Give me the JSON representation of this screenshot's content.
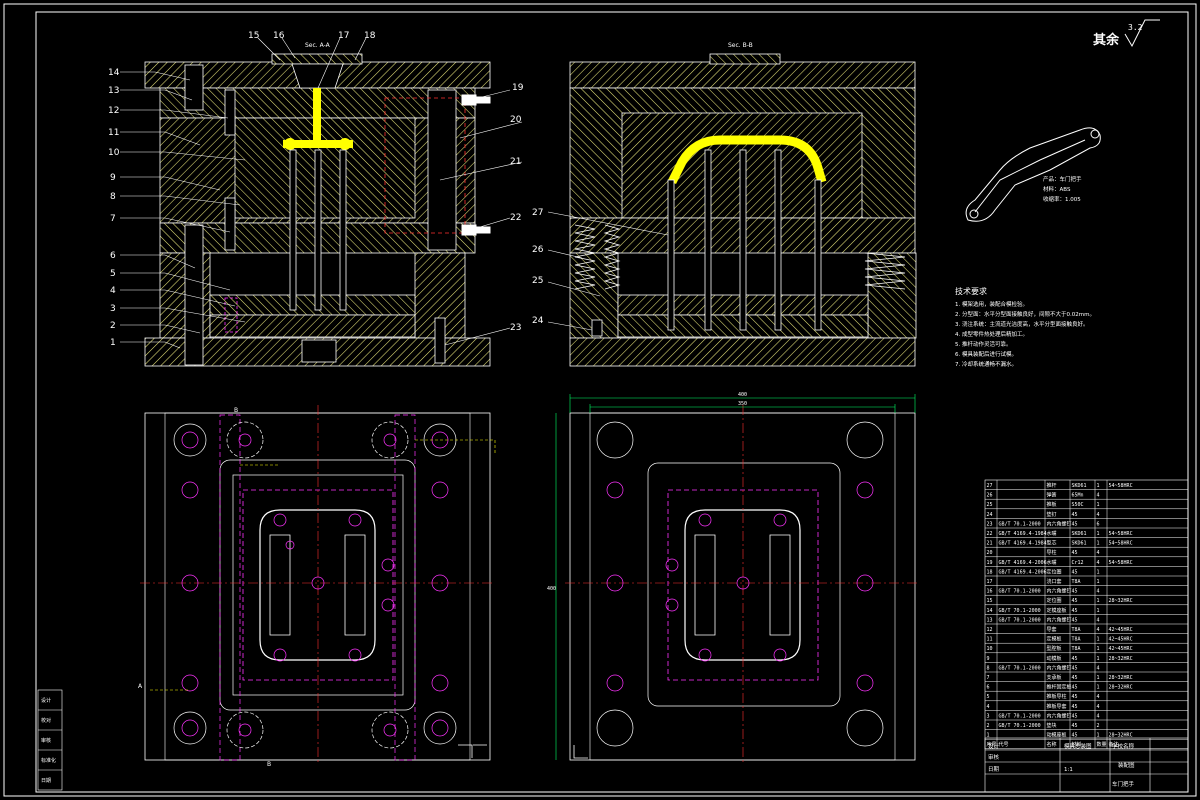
{
  "colors": {
    "background": "#000000",
    "hatch": "#e6e37a",
    "line": "#ffffff",
    "dashed": "#ff33ff",
    "center": "#ff3030",
    "highlight": "#ffff00",
    "dim": "#00ff66"
  },
  "sections": {
    "a": "Sec. A-A",
    "b": "Sec. B-B"
  },
  "part_numbers": [
    "1",
    "2",
    "3",
    "4",
    "5",
    "6",
    "7",
    "8",
    "9",
    "10",
    "11",
    "12",
    "13",
    "14",
    "15",
    "16",
    "17",
    "18",
    "19",
    "20",
    "21",
    "22",
    "23",
    "24",
    "25",
    "26",
    "27"
  ],
  "roughness": {
    "label": "其余",
    "value": "3.2"
  },
  "dimensions": {
    "width_outer": "400",
    "width_inner": "350",
    "height": "400"
  },
  "view_markers": {
    "b": "B",
    "a": "A"
  },
  "product": {
    "line1": "产品：车门把手",
    "line2": "材料：ABS",
    "line3": "收缩率：1.005"
  },
  "requirements": {
    "title": "技术要求",
    "lines": [
      "1. 模架选用，装配合模检验。",
      "2. 分型面：水平分型面接触良好，间隙不大于0.02mm。",
      "3. 浇注系统：主流道光洁度高，水平分型面接触良好。",
      "4. 成型零件热处理后精加工。",
      "5. 推杆动作灵活可靠。",
      "6. 模具装配后进行试模。",
      "7. 冷却系统通畅不漏水。"
    ]
  },
  "parts_table": {
    "rows": [
      [
        "27",
        "",
        "推杆",
        "SKD61",
        "1",
        "54~58HRC"
      ],
      [
        "26",
        "",
        "弹簧",
        "65Mn",
        "4",
        ""
      ],
      [
        "25",
        "",
        "推板",
        "S50C",
        "1",
        ""
      ],
      [
        "24",
        "",
        "垫钉",
        "45",
        "4",
        ""
      ],
      [
        "23",
        "GB/T 70.1-2000",
        "内六角螺钉",
        "45",
        "6",
        ""
      ],
      [
        "22",
        "GB/T 4169.4-1984",
        "水嘴",
        "SKD61",
        "1",
        "54~58HRC"
      ],
      [
        "21",
        "GB/T 4169.4-1984",
        "型芯",
        "SKD61",
        "1",
        "54~58HRC"
      ],
      [
        "20",
        "",
        "导柱",
        "45",
        "4",
        ""
      ],
      [
        "19",
        "GB/T 4169.4-2006",
        "水嘴",
        "Cr12",
        "4",
        "54~58HRC"
      ],
      [
        "18",
        "GB/T 4169.4-2006",
        "定位圈",
        "45",
        "1",
        ""
      ],
      [
        "17",
        "",
        "浇口套",
        "T8A",
        "1",
        ""
      ],
      [
        "16",
        "GB/T 70.1-2000",
        "内六角螺钉",
        "45",
        "4",
        ""
      ],
      [
        "15",
        "",
        "定位圈",
        "45",
        "1",
        "28~32HRC"
      ],
      [
        "14",
        "GB/T 70.1-2000",
        "定模座板",
        "45",
        "1",
        ""
      ],
      [
        "13",
        "GB/T 70.1-2000",
        "内六角螺钉",
        "45",
        "4",
        ""
      ],
      [
        "12",
        "",
        "导套",
        "T8A",
        "4",
        "42~45HRC"
      ],
      [
        "11",
        "",
        "定模板",
        "T8A",
        "1",
        "42~45HRC"
      ],
      [
        "10",
        "",
        "型腔板",
        "T8A",
        "1",
        "42~45HRC"
      ],
      [
        "9",
        "",
        "动模板",
        "45",
        "1",
        "28~32HRC"
      ],
      [
        "8",
        "GB/T 70.1-2000",
        "内六角螺钉",
        "45",
        "4",
        ""
      ],
      [
        "7",
        "",
        "支承板",
        "45",
        "1",
        "28~32HRC"
      ],
      [
        "6",
        "",
        "推杆固定板",
        "45",
        "1",
        "28~32HRC"
      ],
      [
        "5",
        "",
        "推板导柱",
        "45",
        "4",
        ""
      ],
      [
        "4",
        "",
        "推板导套",
        "45",
        "4",
        ""
      ],
      [
        "3",
        "GB/T 70.1-2000",
        "内六角螺钉",
        "45",
        "4",
        ""
      ],
      [
        "2",
        "GB/T 70.1-2000",
        "垫块",
        "45",
        "2",
        ""
      ],
      [
        "1",
        "",
        "动模座板",
        "45",
        "1",
        "28~32HRC"
      ]
    ],
    "header": [
      "序号",
      "代号",
      "名称",
      "材料",
      "数量",
      "备注"
    ]
  },
  "title_block": {
    "school": "学校名称",
    "drawing": "装配图",
    "product": "车门把手",
    "design": "设计",
    "check": "审核",
    "date": "日期",
    "assembly": "模具总装图",
    "scale": "1:1"
  },
  "side_stamp": [
    "设计",
    "校对",
    "审核",
    "标准化",
    "日期"
  ]
}
